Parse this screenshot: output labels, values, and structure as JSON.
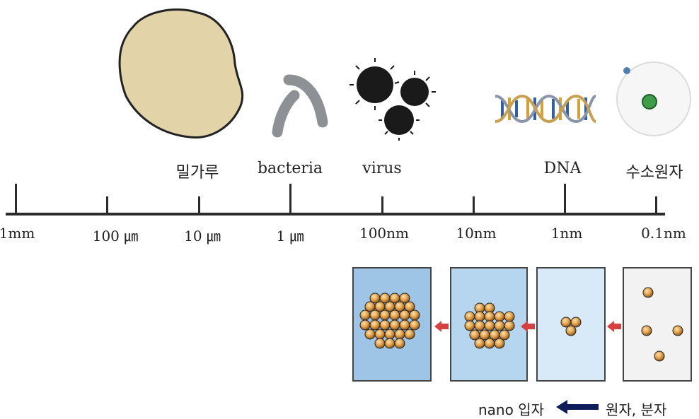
{
  "objects": [
    {
      "id": "flour",
      "label": "밀가루"
    },
    {
      "id": "bacteria",
      "label": "bacteria"
    },
    {
      "id": "virus",
      "label": "virus"
    },
    {
      "id": "dna",
      "label": "DNA"
    },
    {
      "id": "hydrogen",
      "label": "수소원자"
    }
  ],
  "scale_ticks": [
    "1mm",
    "100 ㎛",
    "10 ㎛",
    "1 ㎛",
    "100nm",
    "10nm",
    "1nm",
    "0.1nm"
  ],
  "panels": [
    {
      "name": "large-cluster",
      "atom_count": 29
    },
    {
      "name": "medium-cluster",
      "atom_count": 19
    },
    {
      "name": "small-cluster",
      "atom_count": 3
    },
    {
      "name": "single-atoms",
      "atom_count": 4
    }
  ],
  "legend": {
    "left": "nano 입자",
    "right": "원자, 분자"
  },
  "colors": {
    "flour": "#e2d4a8",
    "panel_dark": "#9ec4e6",
    "panel_mid": "#b6d6f0",
    "panel_light": "#d8eaf8",
    "panel_white": "#f2f2f2",
    "atom": "#e2a14a",
    "arrow_red": "#d64040",
    "arrow_navy": "#0e1d5a"
  }
}
